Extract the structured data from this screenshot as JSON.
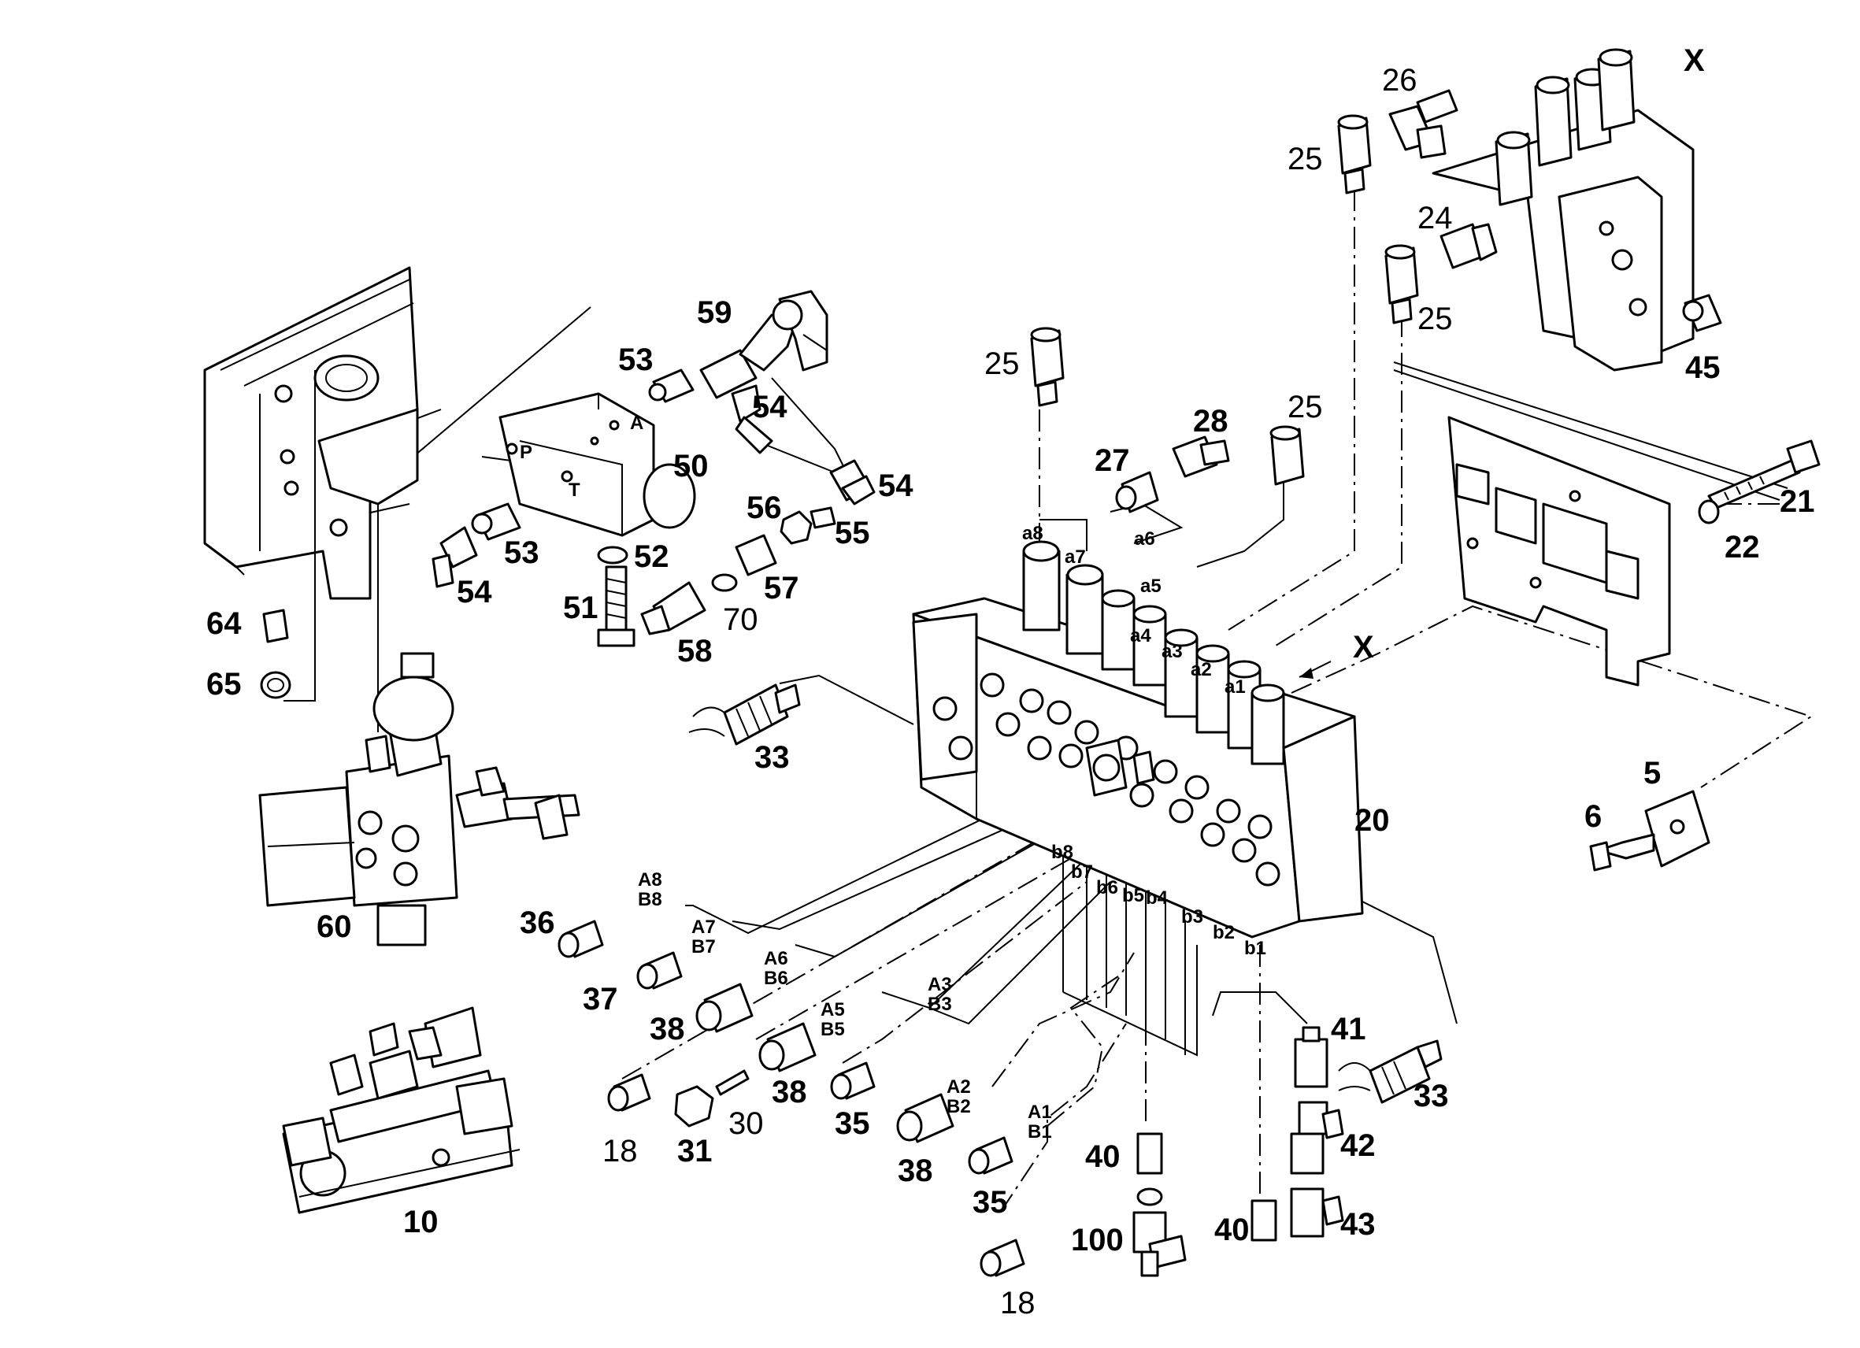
{
  "labels": {
    "p5": "5",
    "p6": "6",
    "p10": "10",
    "p18a": "18",
    "p18b": "18",
    "p20": "20",
    "p21": "21",
    "p22": "22",
    "p24": "24",
    "p25a": "25",
    "p25b": "25",
    "p25c": "25",
    "p25d": "25",
    "p26": "26",
    "p27": "27",
    "p28": "28",
    "p30": "30",
    "p31": "31",
    "p33a": "33",
    "p33b": "33",
    "p35a": "35",
    "p35b": "35",
    "p36": "36",
    "p37": "37",
    "p38a": "38",
    "p38b": "38",
    "p38c": "38",
    "p40a": "40",
    "p40b": "40",
    "p41": "41",
    "p42": "42",
    "p43": "43",
    "p45": "45",
    "p50": "50",
    "p51": "51",
    "p52": "52",
    "p53a": "53",
    "p53b": "53",
    "p54a": "54",
    "p54b": "54",
    "p54c": "54",
    "p55": "55",
    "p56": "56",
    "p57": "57",
    "p58": "58",
    "p59": "59",
    "p60": "60",
    "p64": "64",
    "p65": "65",
    "p70": "70",
    "p100": "100",
    "x_top": "X",
    "x_arrow": "X"
  },
  "ports": {
    "a1": "a1",
    "a2": "a2",
    "a3": "a3",
    "a4": "a4",
    "a5": "a5",
    "a6": "a6",
    "a7": "a7",
    "a8": "a8",
    "b1": "b1",
    "b2": "b2",
    "b3": "b3",
    "b4": "b4",
    "b5": "b5",
    "b6": "b6",
    "b7": "b7",
    "b8": "b8",
    "A8": "A8",
    "B8": "B8",
    "A7": "A7",
    "B7": "B7",
    "A6": "A6",
    "B6": "B6",
    "A5": "A5",
    "B5": "B5",
    "A3": "A3",
    "B3": "B3",
    "A2": "A2",
    "B2": "B2",
    "A1": "A1",
    "B1": "B1",
    "P": "P",
    "T": "T",
    "A": "A"
  }
}
